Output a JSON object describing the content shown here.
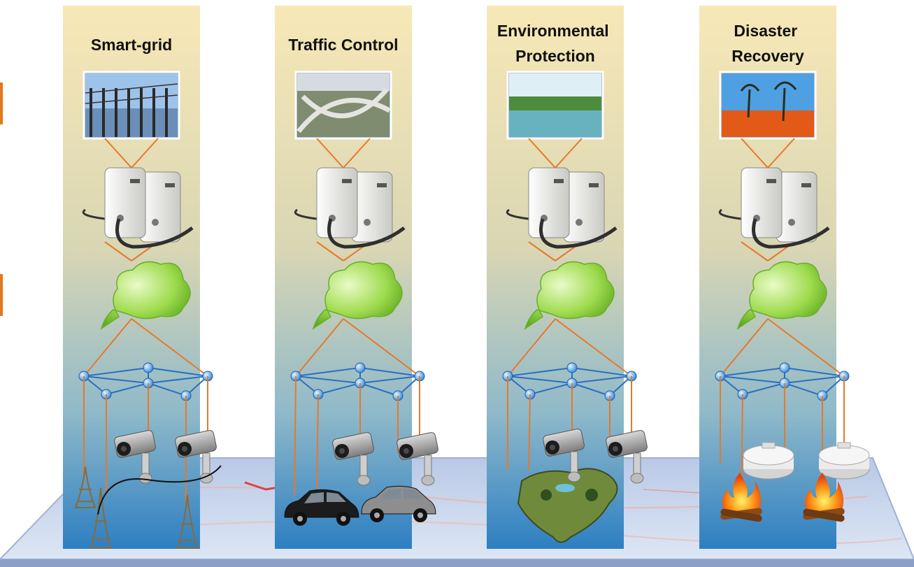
{
  "columns": [
    {
      "title_lines": [
        "Smart-grid"
      ],
      "photo": "substation-photo",
      "devices": [
        "eiffel-tower-icon",
        "eiffel-tower-icon",
        "eiffel-tower-icon",
        "security-camera-icon",
        "security-camera-icon"
      ]
    },
    {
      "title_lines": [
        "Traffic Control"
      ],
      "photo": "highway-interchange-photo",
      "devices": [
        "car-icon",
        "car-icon",
        "security-camera-icon",
        "security-camera-icon"
      ]
    },
    {
      "title_lines": [
        "Environmental",
        "Protection"
      ],
      "photo": "lake-park-photo",
      "devices": [
        "landscape-island-icon",
        "security-camera-icon",
        "security-camera-icon"
      ]
    },
    {
      "title_lines": [
        "Disaster",
        "Recovery"
      ],
      "photo": "wildfire-photo",
      "devices": [
        "smoke-detector-icon",
        "smoke-detector-icon",
        "campfire-icon",
        "campfire-icon"
      ]
    }
  ],
  "colors": {
    "panel_top": "#f6e6b2",
    "panel_bottom": "#2f82c4",
    "link": "#e8782a",
    "mesh": "#2a6fc4",
    "cloud": "#8fd23e",
    "map_base": "#c9d9ef"
  }
}
